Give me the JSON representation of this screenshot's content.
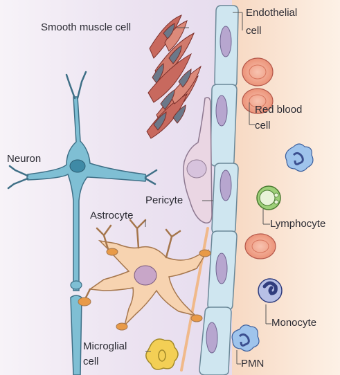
{
  "labels": {
    "smooth_muscle": "Smooth muscle cell",
    "endothelial_1": "Endothelial",
    "endothelial_2": "cell",
    "red_blood_1": "Red blood",
    "red_blood_2": "cell",
    "neuron": "Neuron",
    "pericyte": "Pericyte",
    "lymphocyte": "Lymphocyte",
    "astrocyte": "Astrocyte",
    "monocyte": "Monocyte",
    "microglial_1": "Microglial",
    "microglial_2": "cell",
    "pmn": "PMN"
  },
  "colors": {
    "brain_background": "#efe8f3",
    "blood_background": "#fbe7d6",
    "endothelial": "#cfe6f0",
    "endothelial_nucleus": "#b7a6cf",
    "red_blood_cell": "#ee9a80",
    "smooth_muscle": "#c8695e",
    "neuron": "#7fbfd4",
    "astrocyte": "#f7d3b0",
    "lymphocyte": "#9dcf78",
    "monocyte": "#4b5aa5",
    "pmn": "#6b8fd0",
    "microglia": "#f3cf55",
    "pericyte": "#ead6e3"
  }
}
